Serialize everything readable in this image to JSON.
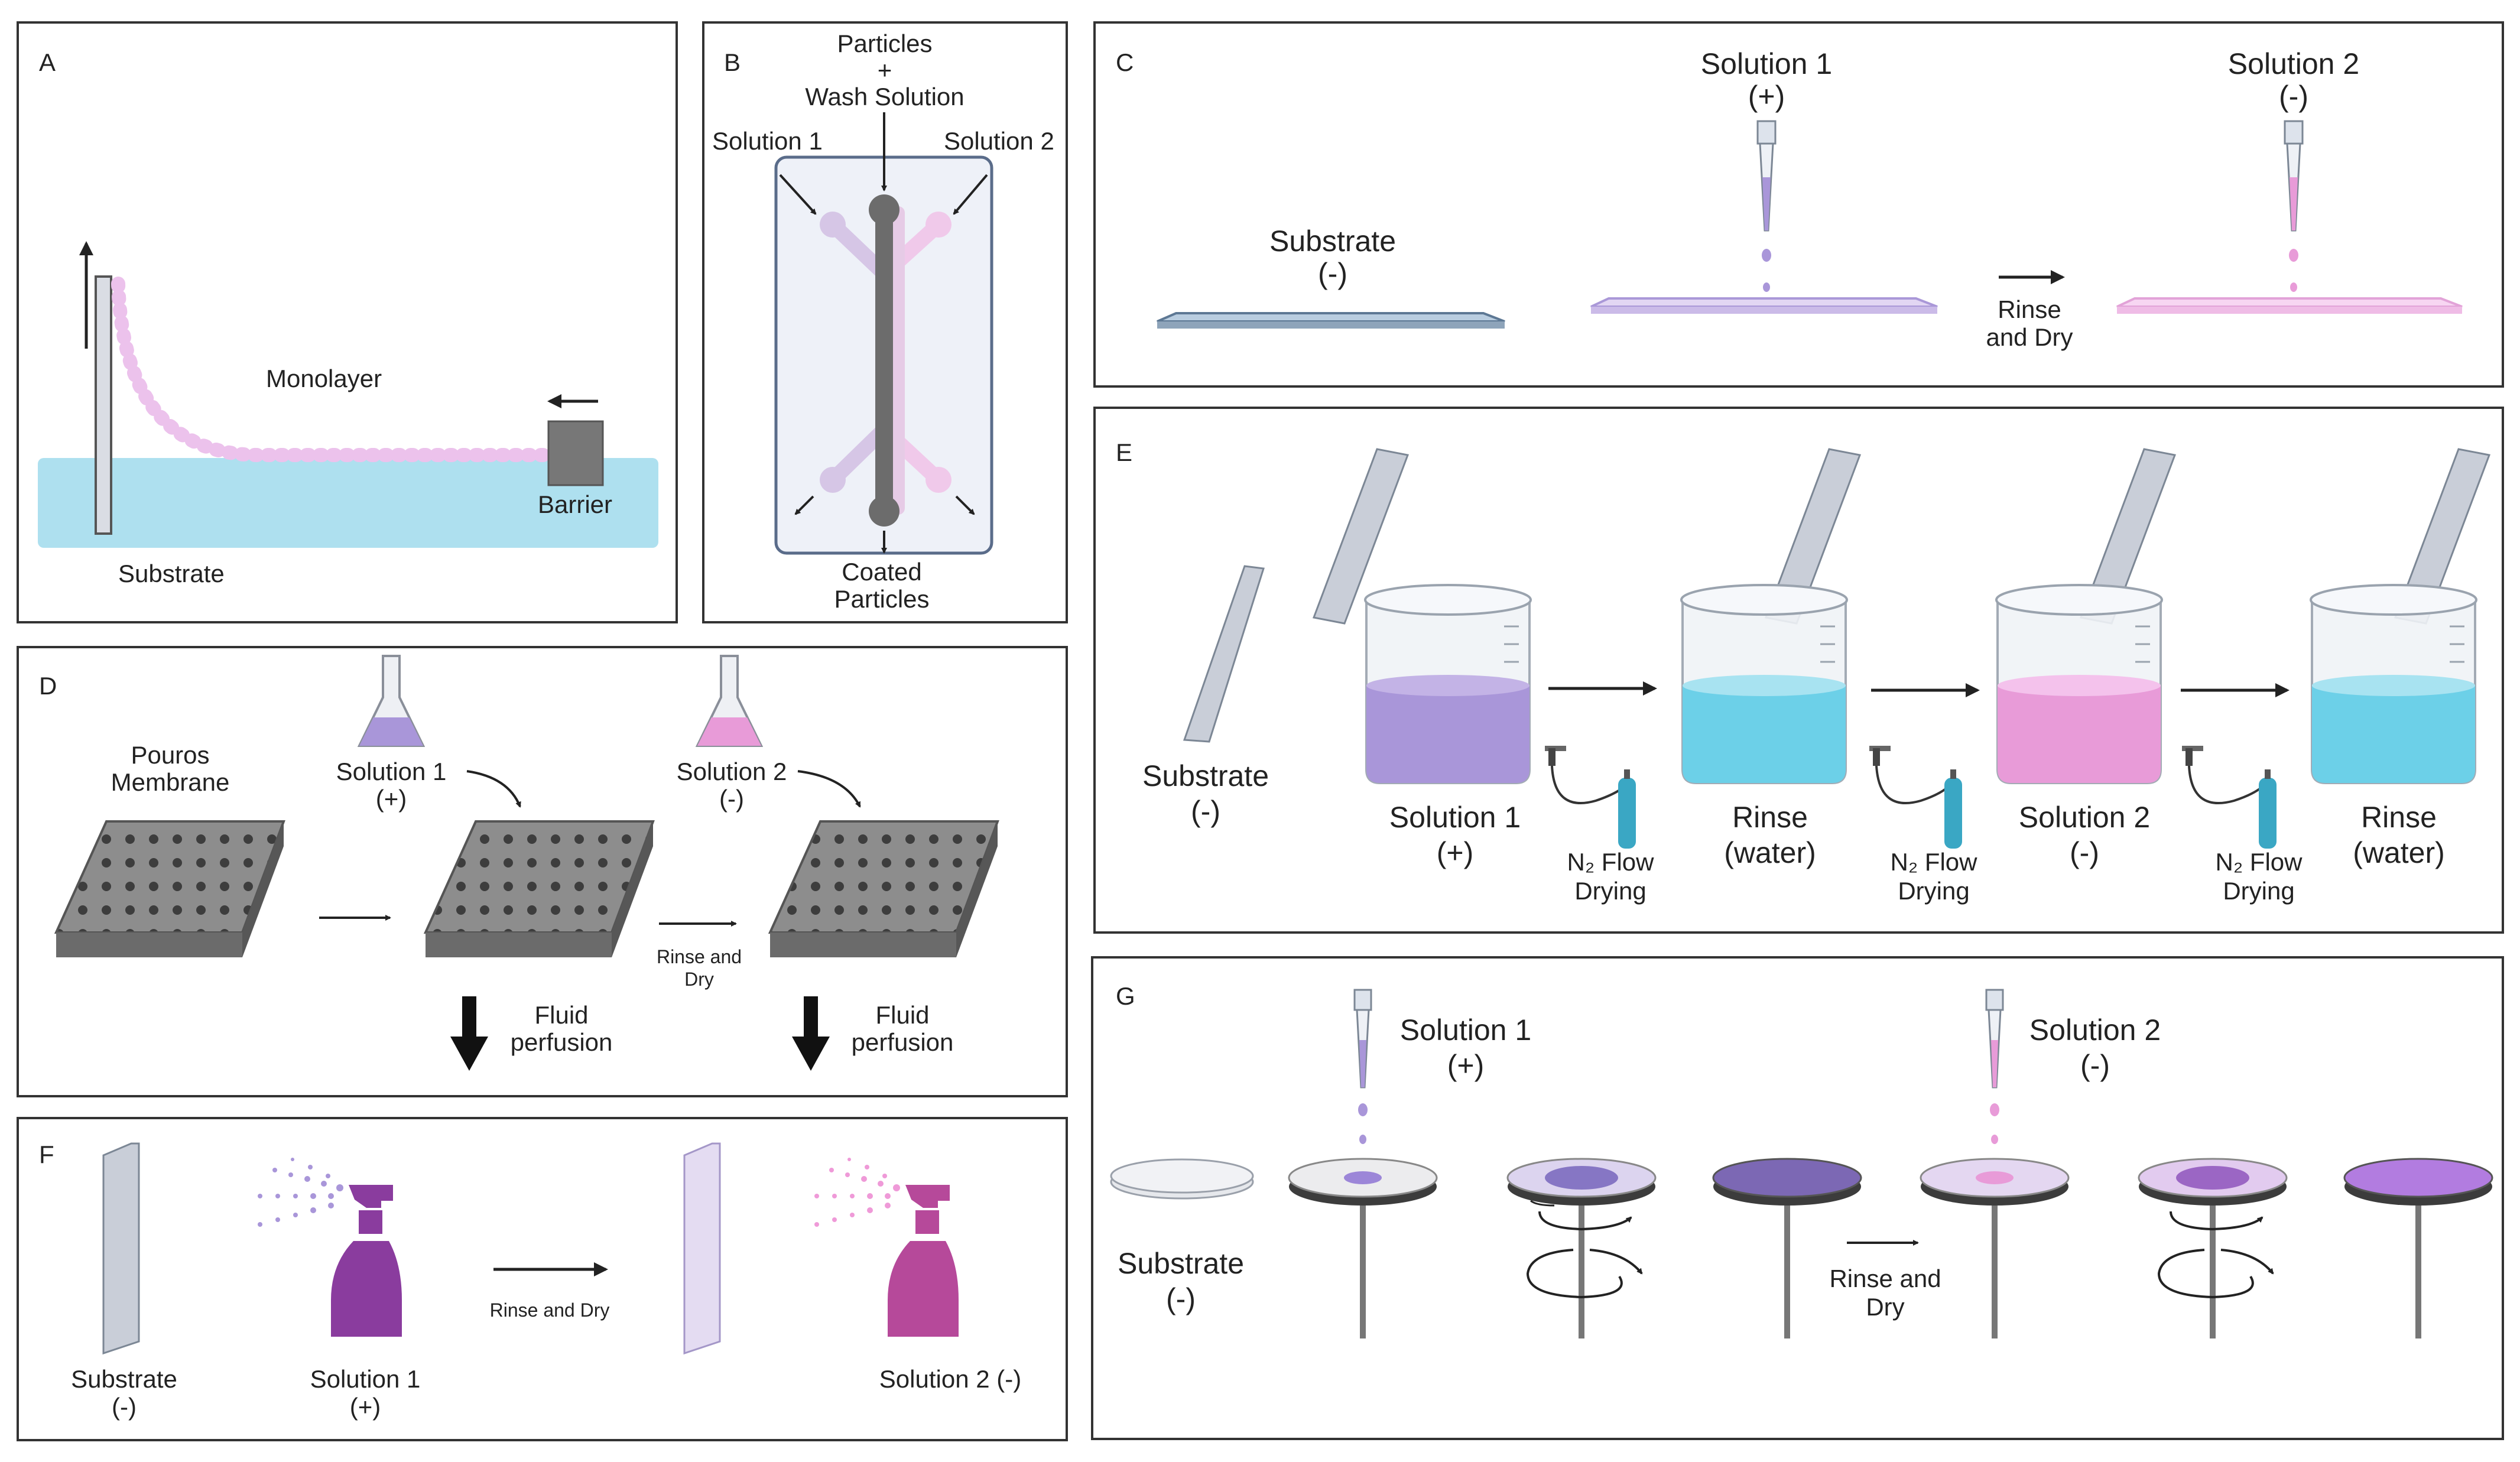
{
  "colors": {
    "purple_light": "#c9b5ea",
    "purple_mid": "#9c86d8",
    "pink": "#f0b3e5",
    "magenta": "#b6499a",
    "violet": "#8a3c9e",
    "water": "#a8e0ee",
    "glass": "#c9ced8",
    "frame": "#333333"
  },
  "panels": {
    "A": {
      "letter": "A",
      "monolayer": "Monolayer",
      "barrier": "Barrier",
      "substrate": "Substrate"
    },
    "B": {
      "letter": "B",
      "top_line1": "Particles",
      "top_line2": "+",
      "top_line3": "Wash Solution",
      "solution1": "Solution 1",
      "solution2": "Solution 2",
      "bottom_line1": "Coated",
      "bottom_line2": "Particles"
    },
    "C": {
      "letter": "C",
      "substrate": "Substrate",
      "substrate_charge": "(-)",
      "solution1": "Solution 1",
      "solution1_charge": "(+)",
      "solution2": "Solution 2",
      "solution2_charge": "(-)",
      "rinse_line1": "Rinse",
      "rinse_line2": "and Dry"
    },
    "D": {
      "letter": "D",
      "membrane_line1": "Pouros",
      "membrane_line2": "Membrane",
      "solution1": "Solution 1",
      "solution1_charge": "(+)",
      "solution2": "Solution 2",
      "solution2_charge": "(-)",
      "rinse_line1": "Rinse and",
      "rinse_line2": "Dry",
      "fluid_line1": "Fluid",
      "fluid_line2": "perfusion"
    },
    "E": {
      "letter": "E",
      "substrate": "Substrate",
      "substrate_charge": "(-)",
      "beakers": [
        {
          "label": "Solution 1",
          "sub": "(+)"
        },
        {
          "label": "Rinse",
          "sub": "(water)"
        },
        {
          "label": "Solution 2",
          "sub": "(-)"
        },
        {
          "label": "Rinse",
          "sub": "(water)"
        }
      ],
      "n2_line1": "N₂ Flow",
      "n2_line2": "Drying"
    },
    "F": {
      "letter": "F",
      "substrate": "Substrate",
      "substrate_charge": "(-)",
      "solution1": "Solution 1",
      "solution1_charge": "(+)",
      "rinse": "Rinse and Dry",
      "solution2": "Solution 2 (-)"
    },
    "G": {
      "letter": "G",
      "substrate": "Substrate",
      "substrate_charge": "(-)",
      "solution1": "Solution 1",
      "solution1_charge": "(+)",
      "solution2": "Solution 2",
      "solution2_charge": "(-)",
      "rinse_line1": "Rinse and",
      "rinse_line2": "Dry"
    }
  }
}
